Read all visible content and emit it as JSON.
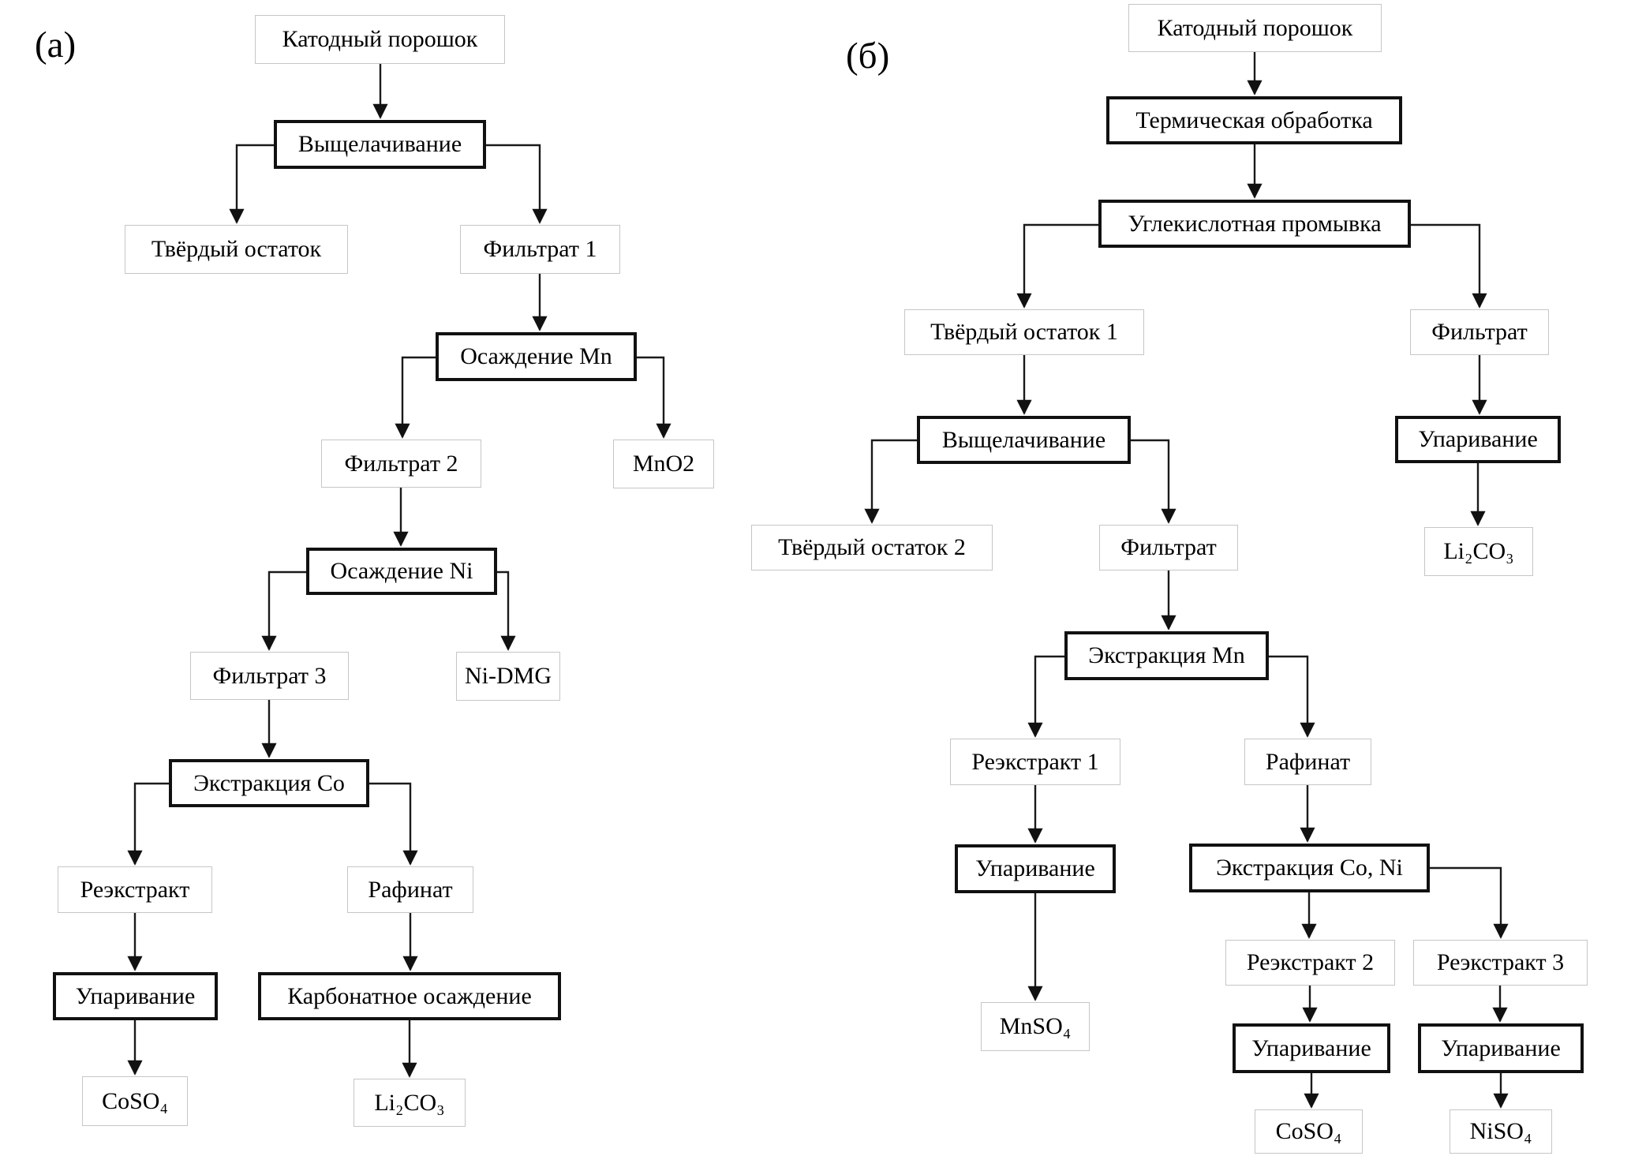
{
  "colors": {
    "background": "#ffffff",
    "process_border": "#111111",
    "product_border": "#c6c6c6",
    "text": "#000000"
  },
  "figure": {
    "panel_a": {
      "label": "(а)",
      "nodes": {
        "cathode_powder": "Катодный порошок",
        "leaching": "Выщелачивание",
        "solid_residue": "Твёрдый остаток",
        "filtrate_1": "Фильтрат 1",
        "mn_precipitation": "Осаждение Mn",
        "filtrate_2": "Фильтрат 2",
        "mno2": "MnO2",
        "ni_precipitation": "Осаждение Ni",
        "filtrate_3": "Фильтрат 3",
        "ni_dmg": "Ni-DMG",
        "co_extraction": "Экстракция Co",
        "reextract": "Реэкстракт",
        "raffinate": "Рафинат",
        "evaporation": "Упаривание",
        "carbonate_precipitation": "Карбонатное осаждение",
        "coso4": "CoSO₄",
        "li2co3": "Li₂CO₃"
      }
    },
    "panel_b": {
      "label": "(б)",
      "nodes": {
        "cathode_powder": "Катодный порошок",
        "thermal_treatment": "Термическая обработка",
        "carbonic_washing": "Углекислотная промывка",
        "solid_residue_1": "Твёрдый остаток 1",
        "filtrate_right": "Фильтрат",
        "leaching": "Выщелачивание",
        "evaporation_right": "Упаривание",
        "solid_residue_2": "Твёрдый остаток 2",
        "filtrate_mid": "Фильтрат",
        "li2co3": "Li₂CO₃",
        "mn_extraction": "Экстракция Mn",
        "reextract_1": "Реэкстракт 1",
        "raffinate": "Рафинат",
        "evaporation_mid": "Упаривание",
        "co_ni_extraction": "Экстракция Co, Ni",
        "mnso4": "MnSO₄",
        "reextract_2": "Реэкстракт 2",
        "reextract_3": "Реэкстракт 3",
        "evaporation_bottom_left": "Упаривание",
        "evaporation_bottom_right": "Упаривание",
        "coso4": "CoSO₄",
        "niso4": "NiSO₄"
      }
    }
  }
}
